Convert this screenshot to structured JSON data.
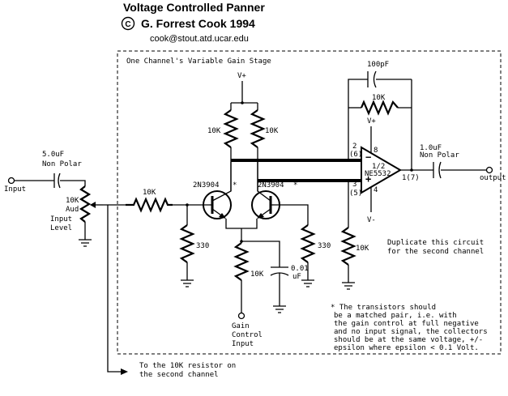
{
  "header": {
    "title": "Voltage Controlled Panner",
    "copyright_symbol": "C",
    "author": "G. Forrest Cook 1994",
    "email": "cook@stout.atd.ucar.edu"
  },
  "box": {
    "title": "One Channel's Variable Gain Stage"
  },
  "labels": {
    "input": "Input",
    "cap_in_value": "5.0uF",
    "cap_in_type": "Non Polar",
    "pot_value": "10K",
    "pot_type": "Aud",
    "pot_name_1": "Input",
    "pot_name_2": "Level",
    "r_in": "10K",
    "r_330_left": "330",
    "r_330_right": "330",
    "r_c1": "10K",
    "r_c2": "10K",
    "q1": "2N3904",
    "q1_star": "*",
    "q2": "2N3904",
    "q2_star": "*",
    "r_tail": "10K",
    "cap_tail_1": "0.01",
    "cap_tail_2": "uF",
    "gain_1": "Gain",
    "gain_2": "Control",
    "gain_3": "Input",
    "vplus_top": "V+",
    "vplus_opamp": "V+",
    "vminus": "V-",
    "cap_fb": "100pF",
    "r_fb": "10K",
    "opamp_half": "1/2",
    "opamp_name": "NE5532",
    "pin2": "2",
    "pin6": "(6)",
    "pin3": "3",
    "pin5": "(5)",
    "pin8": "8",
    "pin4": "4",
    "pin_out": "1(7)",
    "minus_sign": "−",
    "plus_sign": "+",
    "cap_out_value": "1.0uF",
    "cap_out_type": "Non Polar",
    "output": "output",
    "r_bias": "10K",
    "dup_1": "Duplicate this circuit",
    "dup_2": "for the second channel",
    "note_1": "* The transistors should",
    "note_2": "be a matched pair, i.e. with",
    "note_3": "the gain control at full negative",
    "note_4": "and no input signal, the collectors",
    "note_5": "should be at the same voltage, +/-",
    "note_6": "epsilon where epsilon < 0.1 Volt.",
    "second_1": "To the 10K resistor on",
    "second_2": "the second channel"
  }
}
